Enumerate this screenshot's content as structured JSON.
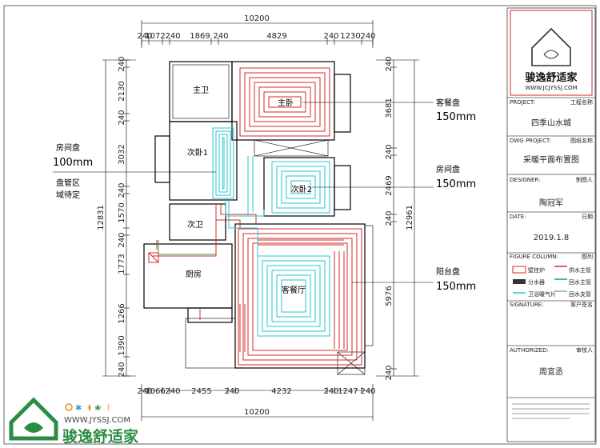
{
  "top_dims": {
    "total": "10200",
    "segments": [
      "240",
      "1072",
      "240",
      "1869",
      "240",
      "4829",
      "240",
      "1230",
      "240"
    ]
  },
  "bottom_dims": {
    "total": "10200",
    "segments": [
      "240",
      "1066",
      "240",
      "2455",
      "240",
      "4232",
      "240",
      "1247",
      "240"
    ]
  },
  "left_dims": {
    "total": "12831",
    "segments": [
      "240",
      "2130",
      "240",
      "3032",
      "240",
      "1570",
      "240",
      "1773",
      "1266",
      "1390",
      "240"
    ]
  },
  "right_dims": {
    "total": "12961",
    "segments": [
      "240",
      "3681",
      "240",
      "2469",
      "240",
      "5976",
      "240"
    ]
  },
  "rooms": {
    "master_bath": "主卫",
    "master_bed": "主卧",
    "second_bed1": "次卧1",
    "second_bed2": "次卧2",
    "second_bath": "次卫",
    "kitchen": "厨房",
    "living": "客餐厅"
  },
  "annotations": {
    "a1_title": "房间盘",
    "a1_value": "100mm",
    "a1_sub1": "盘管区",
    "a1_sub2": "域待定",
    "a2_title": "客餐盘",
    "a2_value": "150mm",
    "a3_title": "房间盘",
    "a3_value": "150mm",
    "a4_title": "阳台盘",
    "a4_value": "150mm"
  },
  "title_block": {
    "logo_text": "骏逸舒适家",
    "logo_url": "WWW.JCJYSSJ.COM",
    "project_label": "PROJECT:",
    "project_label_cn": "工程名称",
    "project_value": "四季山水城",
    "dwg_label": "DWG PROJECT:",
    "dwg_label_cn": "图纸名称",
    "dwg_value": "采暖平面布置图",
    "designer_label": "DESIGNER:",
    "designer_label_cn": "制图人",
    "designer_value": "陶冠军",
    "date_label": "DATE:",
    "date_label_cn": "日期",
    "date_value": "2019.1.8",
    "figure_label": "FIGURE COLUMN:",
    "figure_label_cn": "图列",
    "legend": [
      "壁挂炉",
      "供水主管",
      "分水器",
      "回水主管",
      "卫浴暖气片",
      "回水支管"
    ],
    "signature_label": "SIGNATURE:",
    "signature_label_cn": "客户签名",
    "authorized_label": "AUTHORIZED:",
    "authorized_label_cn": "审核人",
    "authorized_value": "周宣丞"
  },
  "footer_logo": {
    "url": "WWW.JYSSJ.COM",
    "name": "骏逸舒适家"
  },
  "colors": {
    "supply": "#d42a2a",
    "return": "#27c4cf",
    "brand": "#2c8c45"
  }
}
